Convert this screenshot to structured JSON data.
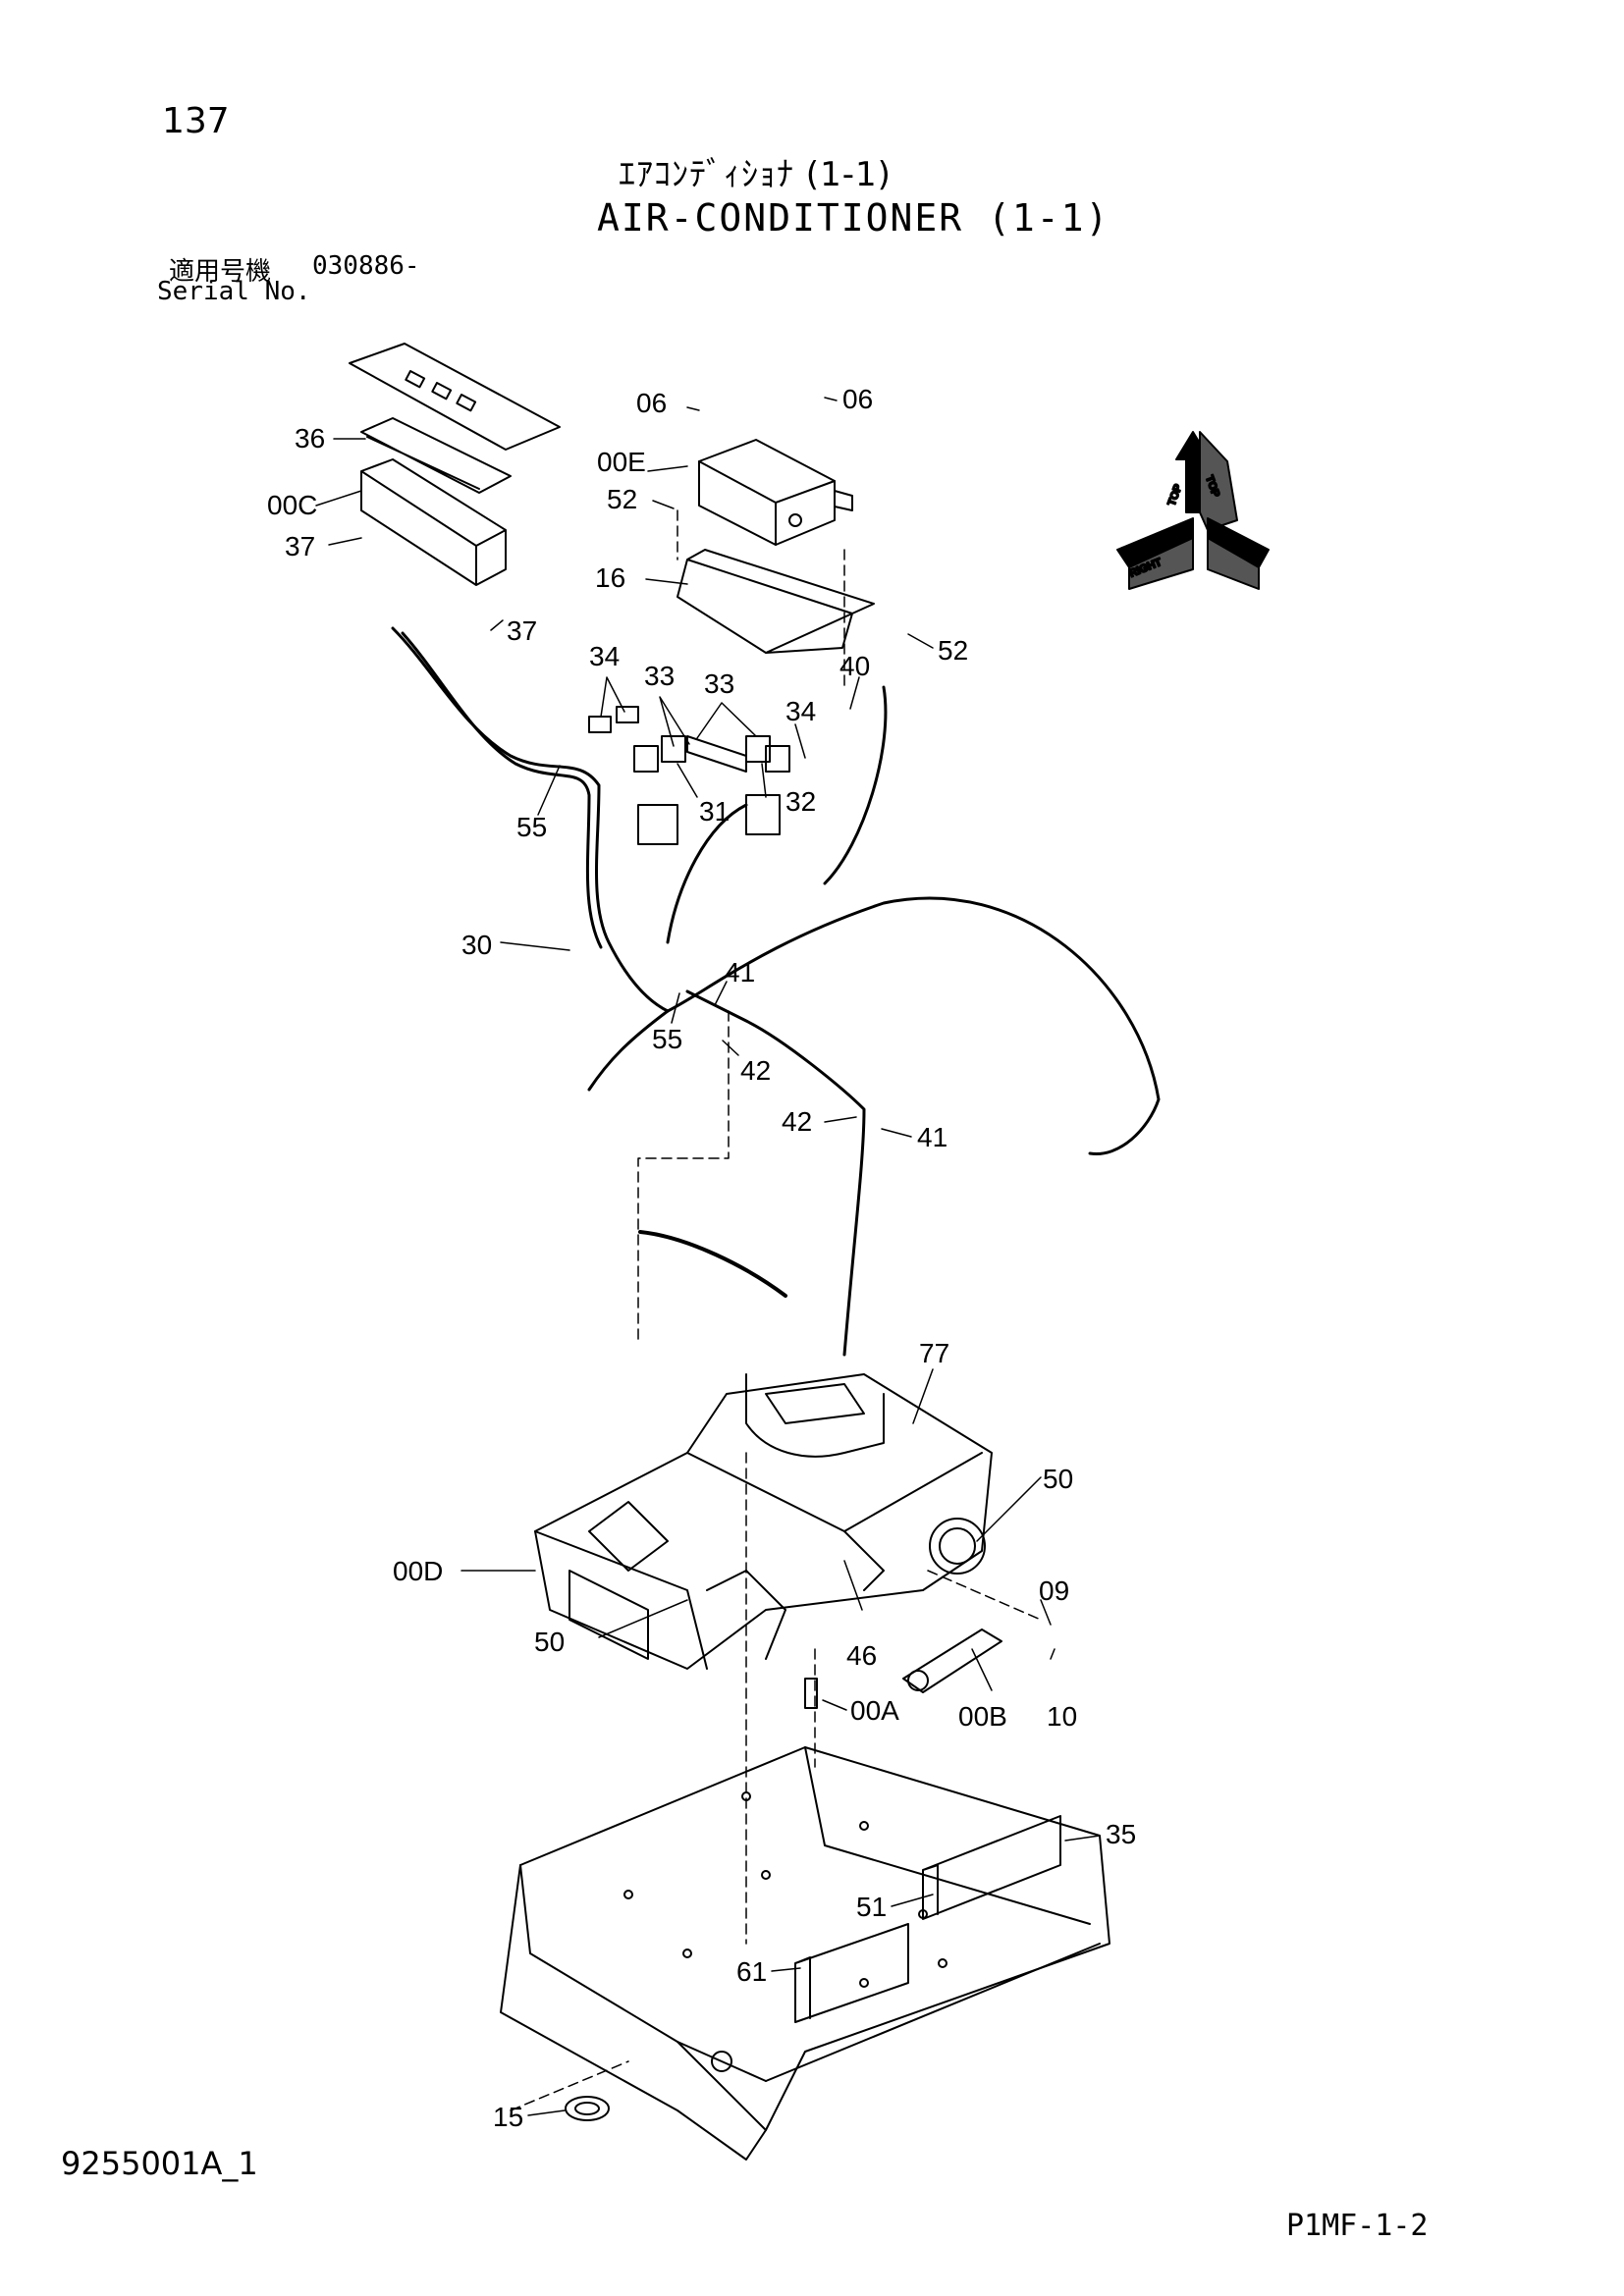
{
  "header": {
    "page_number": "137",
    "title_jp": "ｴｱｺﾝﾃﾞｨｼｮﾅ (1-1)",
    "title_en": "AIR-CONDITIONER (1-1)",
    "serial_label_jp": "適用号機",
    "serial_value": "030886-",
    "serial_label_en": "Serial No."
  },
  "footer": {
    "figure_code": "9255001A_1",
    "page_code": "P1MF-1-2"
  },
  "orientation": {
    "top": "TOP",
    "front": "FRONT",
    "right": "RIGHT",
    "arrow_front_left": "FRONT"
  },
  "callouts": [
    {
      "id": "c-06a",
      "label": "06"
    },
    {
      "id": "c-06b",
      "label": "06"
    },
    {
      "id": "c-36",
      "label": "36"
    },
    {
      "id": "c-00e",
      "label": "00E"
    },
    {
      "id": "c-00c",
      "label": "00C"
    },
    {
      "id": "c-52a",
      "label": "52"
    },
    {
      "id": "c-37a",
      "label": "37"
    },
    {
      "id": "c-16",
      "label": "16"
    },
    {
      "id": "c-37b",
      "label": "37"
    },
    {
      "id": "c-52b",
      "label": "52"
    },
    {
      "id": "c-34a",
      "label": "34"
    },
    {
      "id": "c-33a",
      "label": "33"
    },
    {
      "id": "c-33b",
      "label": "33"
    },
    {
      "id": "c-40",
      "label": "40"
    },
    {
      "id": "c-34b",
      "label": "34"
    },
    {
      "id": "c-31",
      "label": "31"
    },
    {
      "id": "c-32",
      "label": "32"
    },
    {
      "id": "c-55a",
      "label": "55"
    },
    {
      "id": "c-30",
      "label": "30"
    },
    {
      "id": "c-41a",
      "label": "41"
    },
    {
      "id": "c-55b",
      "label": "55"
    },
    {
      "id": "c-42a",
      "label": "42"
    },
    {
      "id": "c-42b",
      "label": "42"
    },
    {
      "id": "c-41b",
      "label": "41"
    },
    {
      "id": "c-77",
      "label": "77"
    },
    {
      "id": "c-50a",
      "label": "50"
    },
    {
      "id": "c-00d",
      "label": "00D"
    },
    {
      "id": "c-09",
      "label": "09"
    },
    {
      "id": "c-50b",
      "label": "50"
    },
    {
      "id": "c-46",
      "label": "46"
    },
    {
      "id": "c-00a",
      "label": "00A"
    },
    {
      "id": "c-00b",
      "label": "00B"
    },
    {
      "id": "c-10",
      "label": "10"
    },
    {
      "id": "c-35",
      "label": "35"
    },
    {
      "id": "c-51",
      "label": "51"
    },
    {
      "id": "c-61",
      "label": "61"
    },
    {
      "id": "c-15",
      "label": "15"
    }
  ]
}
